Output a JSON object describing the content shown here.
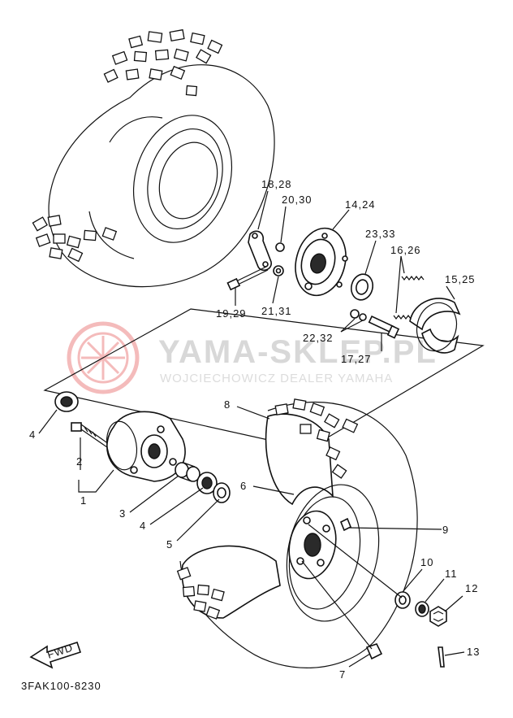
{
  "watermark": {
    "brand": "YAMA-SKLEP.PL",
    "subtitle": "WOJCIECHOWICZ DEALER YAMAHA",
    "logo_color": "#e04040"
  },
  "figure_code": "3FAK100-8230",
  "fwd_label": "FWD",
  "labels": {
    "l18_28": "18,28",
    "l20_30": "20,30",
    "l14_24": "14,24",
    "l23_33": "23,33",
    "l16_26": "16,26",
    "l15_25": "15,25",
    "l19_29": "19,29",
    "l21_31": "21,31",
    "l22_32": "22,32",
    "l17_27": "17,27",
    "l4a": "4",
    "l2": "2",
    "l1": "1",
    "l3": "3",
    "l4b": "4",
    "l5": "5",
    "l8": "8",
    "l6": "6",
    "l9": "9",
    "l10": "10",
    "l11": "11",
    "l12": "12",
    "l13": "13",
    "l7": "7"
  }
}
